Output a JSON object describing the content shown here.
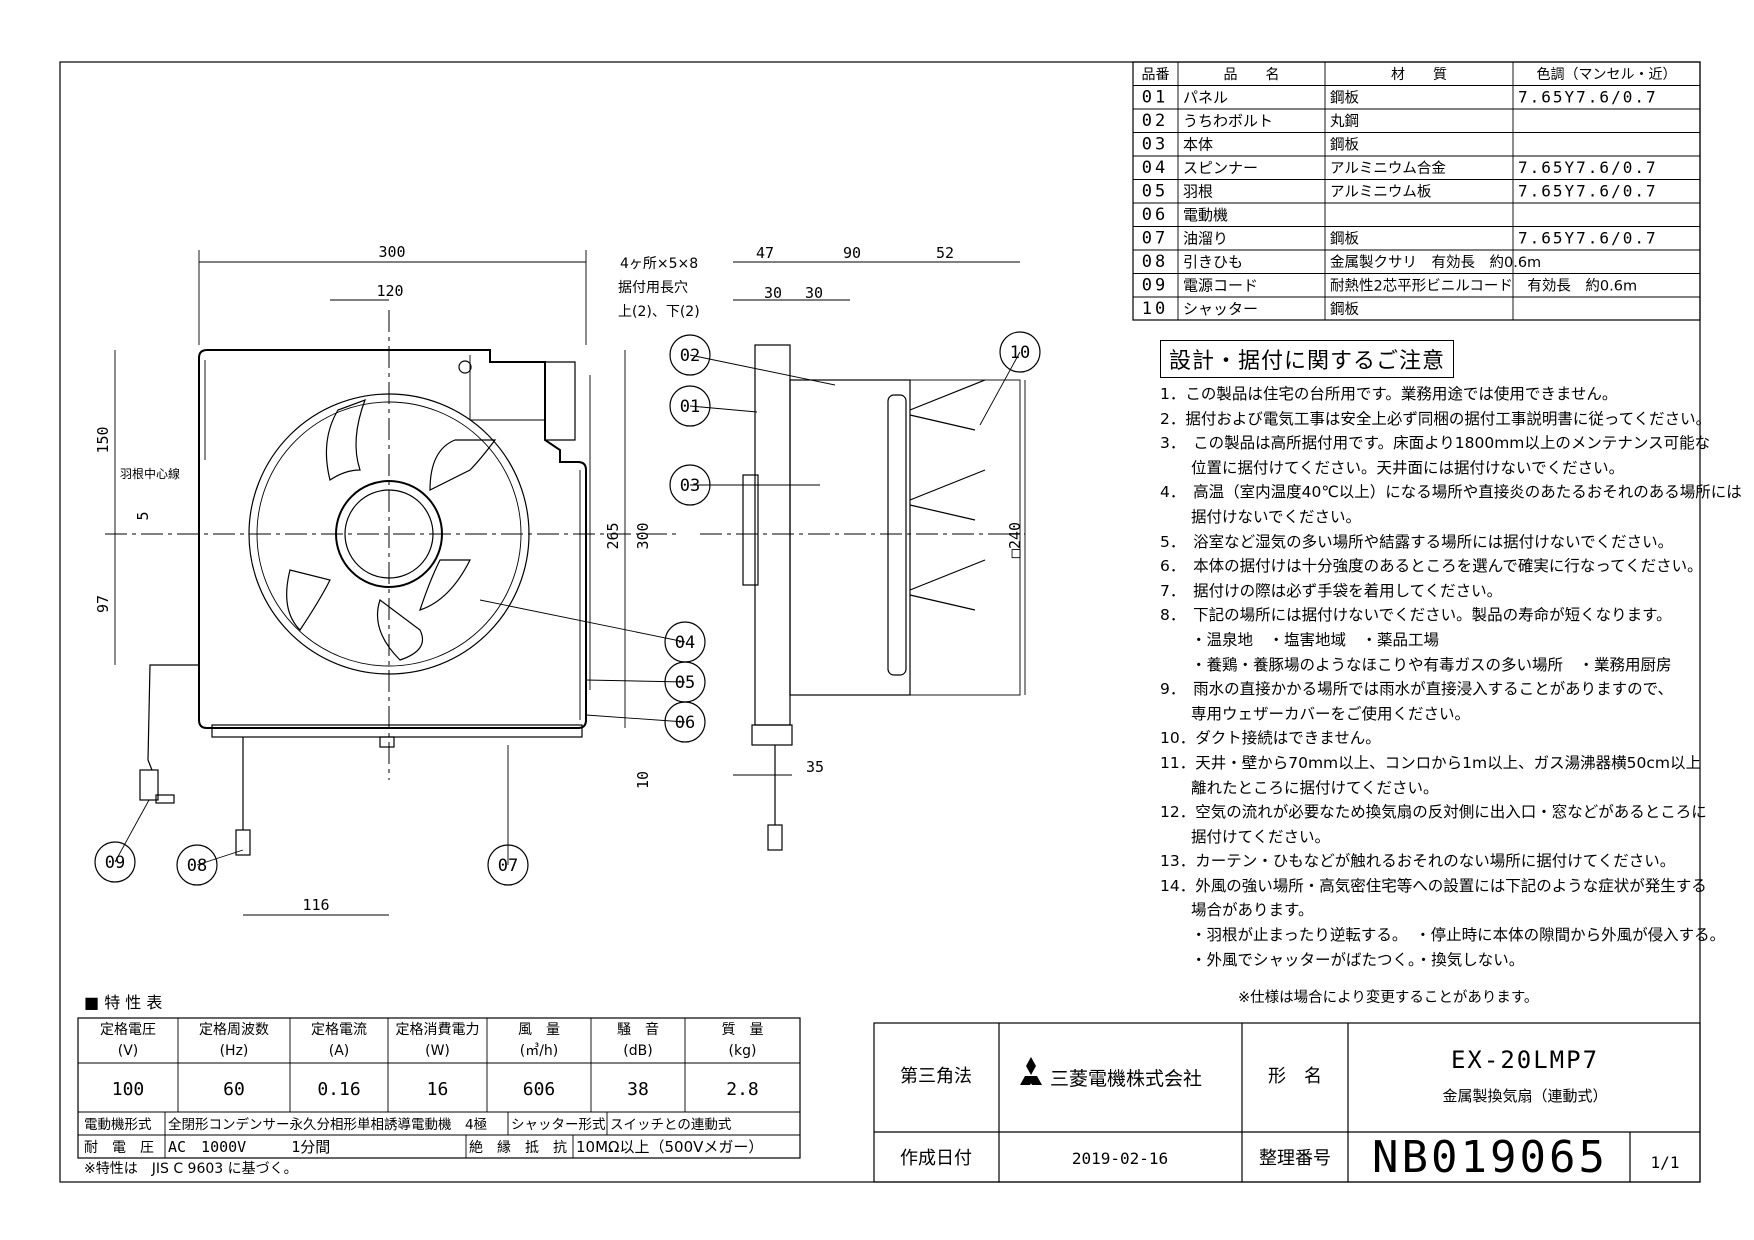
{
  "parts_table": {
    "headers": [
      "品番",
      "品　　名",
      "材　　質",
      "色調（マンセル・近）"
    ],
    "rows": [
      [
        "01",
        "パネル",
        "鋼板",
        "7.65Y7.6/0.7"
      ],
      [
        "02",
        "うちわボルト",
        "丸鋼",
        ""
      ],
      [
        "03",
        "本体",
        "鋼板",
        ""
      ],
      [
        "04",
        "スピンナー",
        "アルミニウム合金",
        "7.65Y7.6/0.7"
      ],
      [
        "05",
        "羽根",
        "アルミニウム板",
        "7.65Y7.6/0.7"
      ],
      [
        "06",
        "電動機",
        "",
        ""
      ],
      [
        "07",
        "油溜り",
        "鋼板",
        "7.65Y7.6/0.7"
      ],
      [
        "08",
        "引きひも",
        "金属製クサリ　有効長　約0.6m",
        ""
      ],
      [
        "09",
        "電源コード",
        "耐熱性2芯平形ビニルコード　有効長　約0.6m",
        ""
      ],
      [
        "10",
        "シャッター",
        "鋼板",
        ""
      ]
    ]
  },
  "notes": {
    "title": "設計・据付に関するご注意",
    "lines": [
      "1．この製品は住宅の台所用です。業務用途では使用できません。",
      "2．据付および電気工事は安全上必ず同梱の据付工事説明書に従ってください。",
      "3．　この製品は高所据付用です。床面より1800mm以上のメンテナンス可能な",
      "　　位置に据付けてください。天井面には据付けないでください。",
      "4．　高温（室内温度40℃以上）になる場所や直接炎のあたるおそれのある場所には",
      "　　据付けないでください。",
      "5．　浴室など湿気の多い場所や結露する場所には据付けないでください。",
      "6．　本体の据付けは十分強度のあるところを選んで確実に行なってください。",
      "7．　据付けの際は必ず手袋を着用してください。",
      "8．　下記の場所には据付けないでください。製品の寿命が短くなります。",
      "　　・温泉地　・塩害地域　・薬品工場",
      "　　・養鶏・養豚場のようなほこりや有毒ガスの多い場所　・業務用厨房",
      "9．　雨水の直接かかる場所では雨水が直接浸入することがありますので、",
      "　　専用ウェザーカバーをご使用ください。",
      "10．ダクト接続はできません。",
      "11．天井・壁から70mm以上、コンロから1m以上、ガス湯沸器横50cm以上",
      "　　離れたところに据付けてください。",
      "12．空気の流れが必要なため換気扇の反対側に出入口・窓などがあるところに",
      "　　据付けてください。",
      "13．カーテン・ひもなどが触れるおそれのない場所に据付けてください。",
      "14．外風の強い場所・高気密住宅等への設置には下記のような症状が発生する",
      "　　場合があります。",
      "　　・羽根が止まったり逆転する。　・停止時に本体の隙間から外風が侵入する。",
      "　　・外風でシャッターがばたつく。・換気しない。"
    ],
    "footnote": "※仕様は場合により変更することがあります。"
  },
  "front_view": {
    "dims": {
      "width": "300",
      "offset": "120",
      "hole_note": [
        "4ヶ所×5×8",
        "据付用長穴",
        "上(2)、下(2)"
      ],
      "h150": "150",
      "h5": "5",
      "h97": "97",
      "h265": "265",
      "h300": "300",
      "h10": "10",
      "w116": "116"
    },
    "center_label": "羽根中心線"
  },
  "side_view": {
    "dims": {
      "d47": "47",
      "d90": "90",
      "d52": "52",
      "d30a": "30",
      "d30b": "30",
      "d240": "□240",
      "d35": "35"
    }
  },
  "callouts": [
    "01",
    "02",
    "03",
    "04",
    "05",
    "06",
    "07",
    "08",
    "09",
    "10"
  ],
  "spec_table": {
    "title": "■ 特 性 表",
    "headers": [
      [
        "定格電圧",
        "(V)"
      ],
      [
        "定格周波数",
        "(Hz)"
      ],
      [
        "定格電流",
        "(A)"
      ],
      [
        "定格消費電力",
        "(W)"
      ],
      [
        "風　量",
        "(㎥/h)"
      ],
      [
        "騒　音",
        "(dB)"
      ],
      [
        "質　量",
        "(kg)"
      ]
    ],
    "values": [
      "100",
      "60",
      "0.16",
      "16",
      "606",
      "38",
      "2.8"
    ],
    "motor_label": "電動機形式",
    "motor_value": "全閉形コンデンサー永久分相形単相誘導電動機　4極",
    "shutter_label": "シャッター形式",
    "shutter_value": "スイッチとの連動式",
    "withstand_label": "耐　電　圧",
    "withstand_value": "AC　1000V　　　1分間",
    "insulation_label": "絶　縁　抵　抗",
    "insulation_value": "10MΩ以上（500Vメガー）",
    "note": "※特性は　JIS C 9603 に基づく。"
  },
  "title_block": {
    "projection": "第三角法",
    "company": "三菱電機株式会社",
    "model_label": "形　名",
    "model": "EX-20LMP7",
    "product_name": "金属製換気扇（連動式）",
    "date_label": "作成日付",
    "date": "2019-02-16",
    "number_label": "整理番号",
    "number": "NB019065",
    "sheet": "1/1"
  }
}
